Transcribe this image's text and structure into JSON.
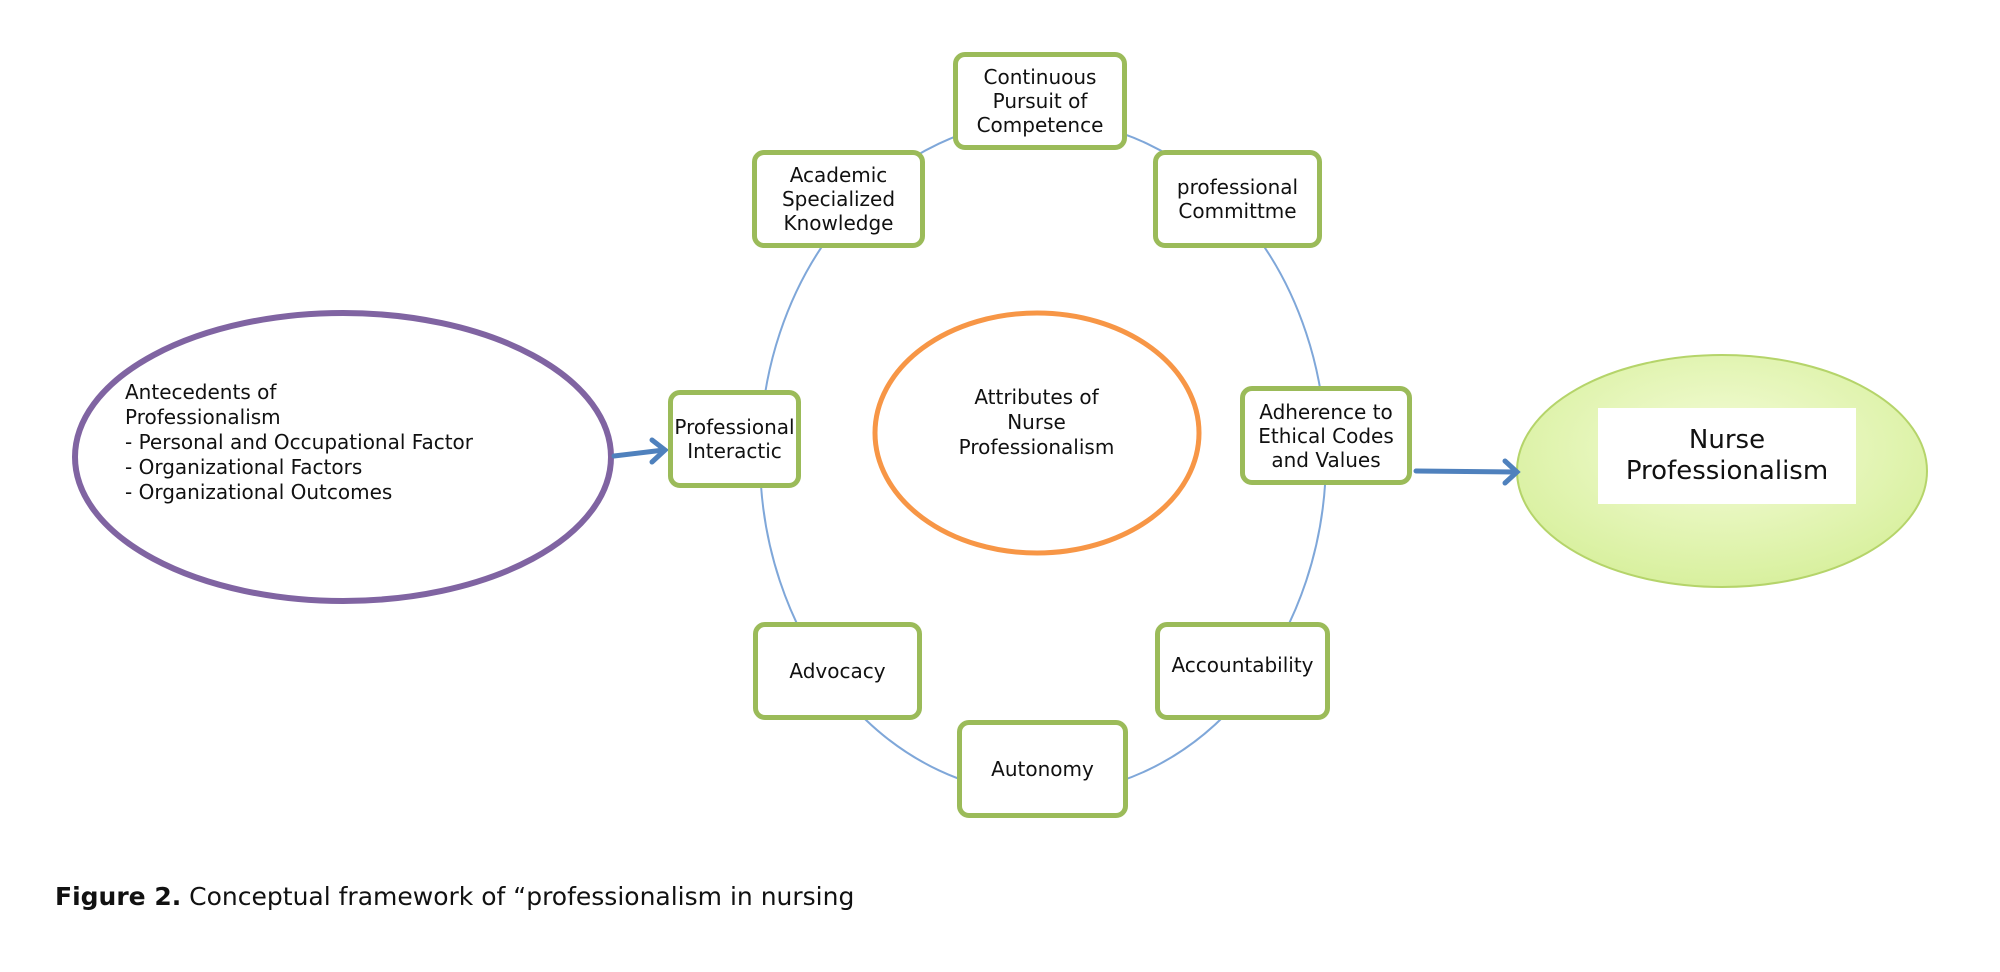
{
  "diagram": {
    "antecedents": {
      "text": "Antecedents of\nProfessionalism\n- Personal and Occupational Factor\n- Organizational Factors\n- Organizational Outcomes"
    },
    "center": {
      "text": "Attributes of\nNurse\nProfessionalism"
    },
    "attributes": [
      {
        "label": "Continuous\nPursuit of\nCompetence"
      },
      {
        "label": "professional\nCommittme"
      },
      {
        "label": "Adherence to\nEthical Codes\nand Values"
      },
      {
        "label": "Accountability"
      },
      {
        "label": "Autonomy"
      },
      {
        "label": "Advocacy"
      },
      {
        "label": "Professional\nInteractic"
      },
      {
        "label": "Academic\nSpecialized\nKnowledge"
      }
    ],
    "outcome": {
      "text": "Nurse\nProfessionalism"
    },
    "colors": {
      "box_border": "#9bbb59",
      "ring": "#7fa7d9",
      "antecedents_border": "#8064a2",
      "center_border": "#f79646",
      "outcome_fill": "#e2f4b8",
      "arrow": "#4f81bd"
    }
  },
  "caption": {
    "label": "Figure 2.",
    "text": " Conceptual framework of “professionalism in nursing"
  }
}
